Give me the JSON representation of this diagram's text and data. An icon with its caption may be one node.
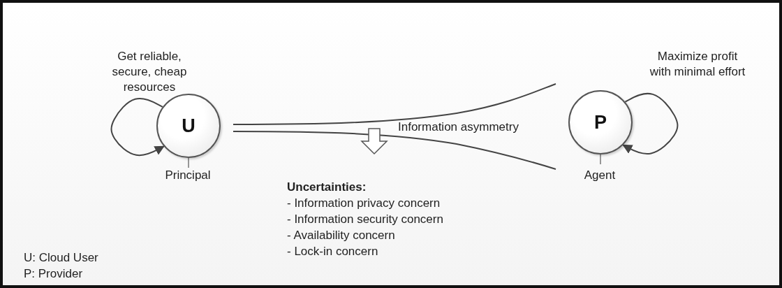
{
  "diagram": {
    "nodes": [
      {
        "text": [
          "U"
        ],
        "beside": [
          "Get reliable, secure, cheap resources",
          "Principal"
        ]
      },
      {
        "text": [
          "P"
        ],
        "beside": [
          "Maximize profit with minimal effort",
          "Agent"
        ]
      }
    ],
    "edges": [
      {
        "from": 0,
        "to": 0,
        "arrow": "to"
      },
      {
        "from": 1,
        "to": 1,
        "arrow": "to"
      }
    ],
    "labels": [
      "Information asymmetry",
      "Uncertainties:",
      "- Information privacy concern",
      "- Information security concern",
      "- Availability concern",
      "- Lock-in concern",
      "U: Cloud User",
      "P: Provider"
    ]
  }
}
